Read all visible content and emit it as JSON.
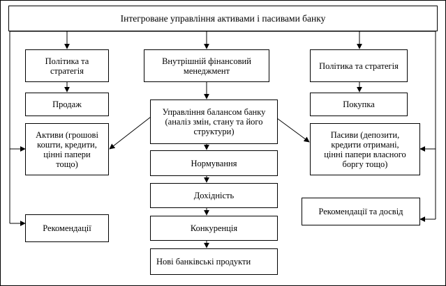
{
  "title": "Інтегроване управління активами і пасивами банку",
  "boxes": {
    "policy_left": "Політика та\nстратегія",
    "internal_mgmt": "Внутрішній фінансовий\nменеджмент",
    "policy_right": "Політика та стратегія",
    "sale": "Продаж",
    "balance_mgmt": "Управління балансом банку\n(аналіз змін, стану та його\nструктури)",
    "purchase": "Покупка",
    "assets": "Активи (грошові\nкошти, кредити,\nцінні папери\nтощо)",
    "liabilities": "Пасиви (депозити,\nкредити отримані,\nцінні папери власного\nборгу тощо)",
    "normalization": "Нормування",
    "profitability": "Дохідність",
    "competition": "Конкуренція",
    "new_products": "Нові банківські продукти",
    "recommendations": "Рекомендації",
    "recommendations_experience": "Рекомендації та досвід"
  }
}
